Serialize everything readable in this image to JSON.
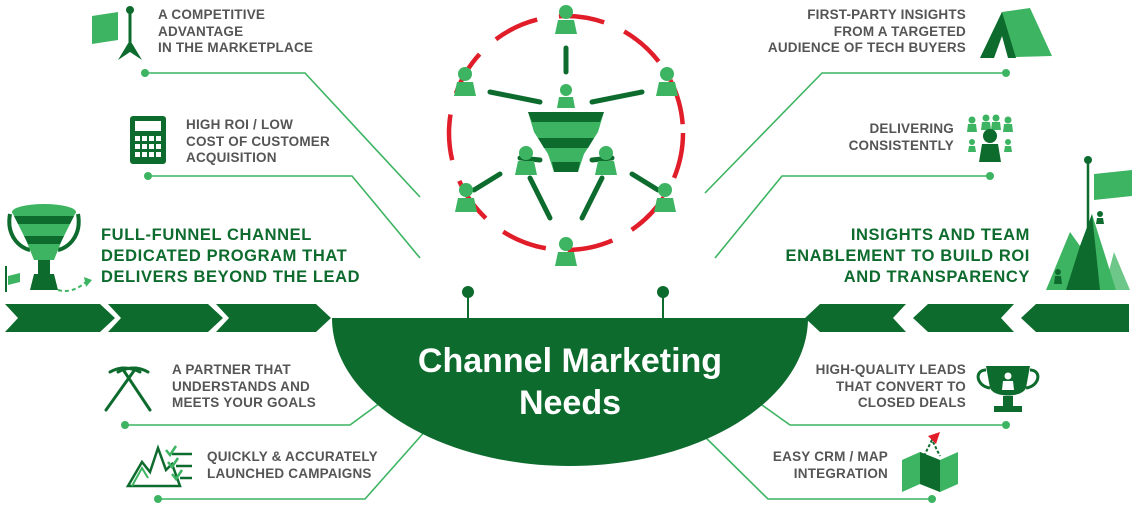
{
  "center": {
    "title": "Channel Marketing\nNeeds"
  },
  "left_items": [
    {
      "text": "A COMPETITIVE\nADVANTAGE\nIN THE MARKETPLACE",
      "icon": "flag-icon"
    },
    {
      "text": "HIGH ROI / LOW\nCOST OF CUSTOMER\nACQUISITION",
      "icon": "calculator-icon"
    },
    {
      "text": "FULL-FUNNEL CHANNEL\nDEDICATED PROGRAM THAT\nDELIVERS BEYOND THE LEAD",
      "icon": "trophy-funnel-icon"
    },
    {
      "text": "A PARTNER THAT\nUNDERSTANDS AND\nMEETS YOUR GOALS",
      "icon": "ice-axes-icon"
    },
    {
      "text": "QUICKLY & ACCURATELY\nLAUNCHED CAMPAIGNS",
      "icon": "mountain-checklist-icon"
    }
  ],
  "right_items": [
    {
      "text": "FIRST-PARTY INSIGHTS\nFROM A TARGETED\nAUDIENCE OF TECH BUYERS",
      "icon": "tent-icon"
    },
    {
      "text": "DELIVERING\nCONSISTENTLY",
      "icon": "people-group-icon"
    },
    {
      "text": "INSIGHTS AND TEAM\nENABLEMENT TO BUILD ROI\nAND TRANSPARENCY",
      "icon": "mountain-flag-icon"
    },
    {
      "text": "HIGH-QUALITY LEADS\nTHAT CONVERT TO\nCLOSED DEALS",
      "icon": "trophy-icon"
    },
    {
      "text": "EASY CRM / MAP\nINTEGRATION",
      "icon": "map-icon"
    }
  ],
  "colors": {
    "dark_green": "#0e6b2e",
    "mid_green": "#2e9e4f",
    "light_green": "#3cb461",
    "red": "#e11d2a",
    "text_gray": "#555555"
  }
}
